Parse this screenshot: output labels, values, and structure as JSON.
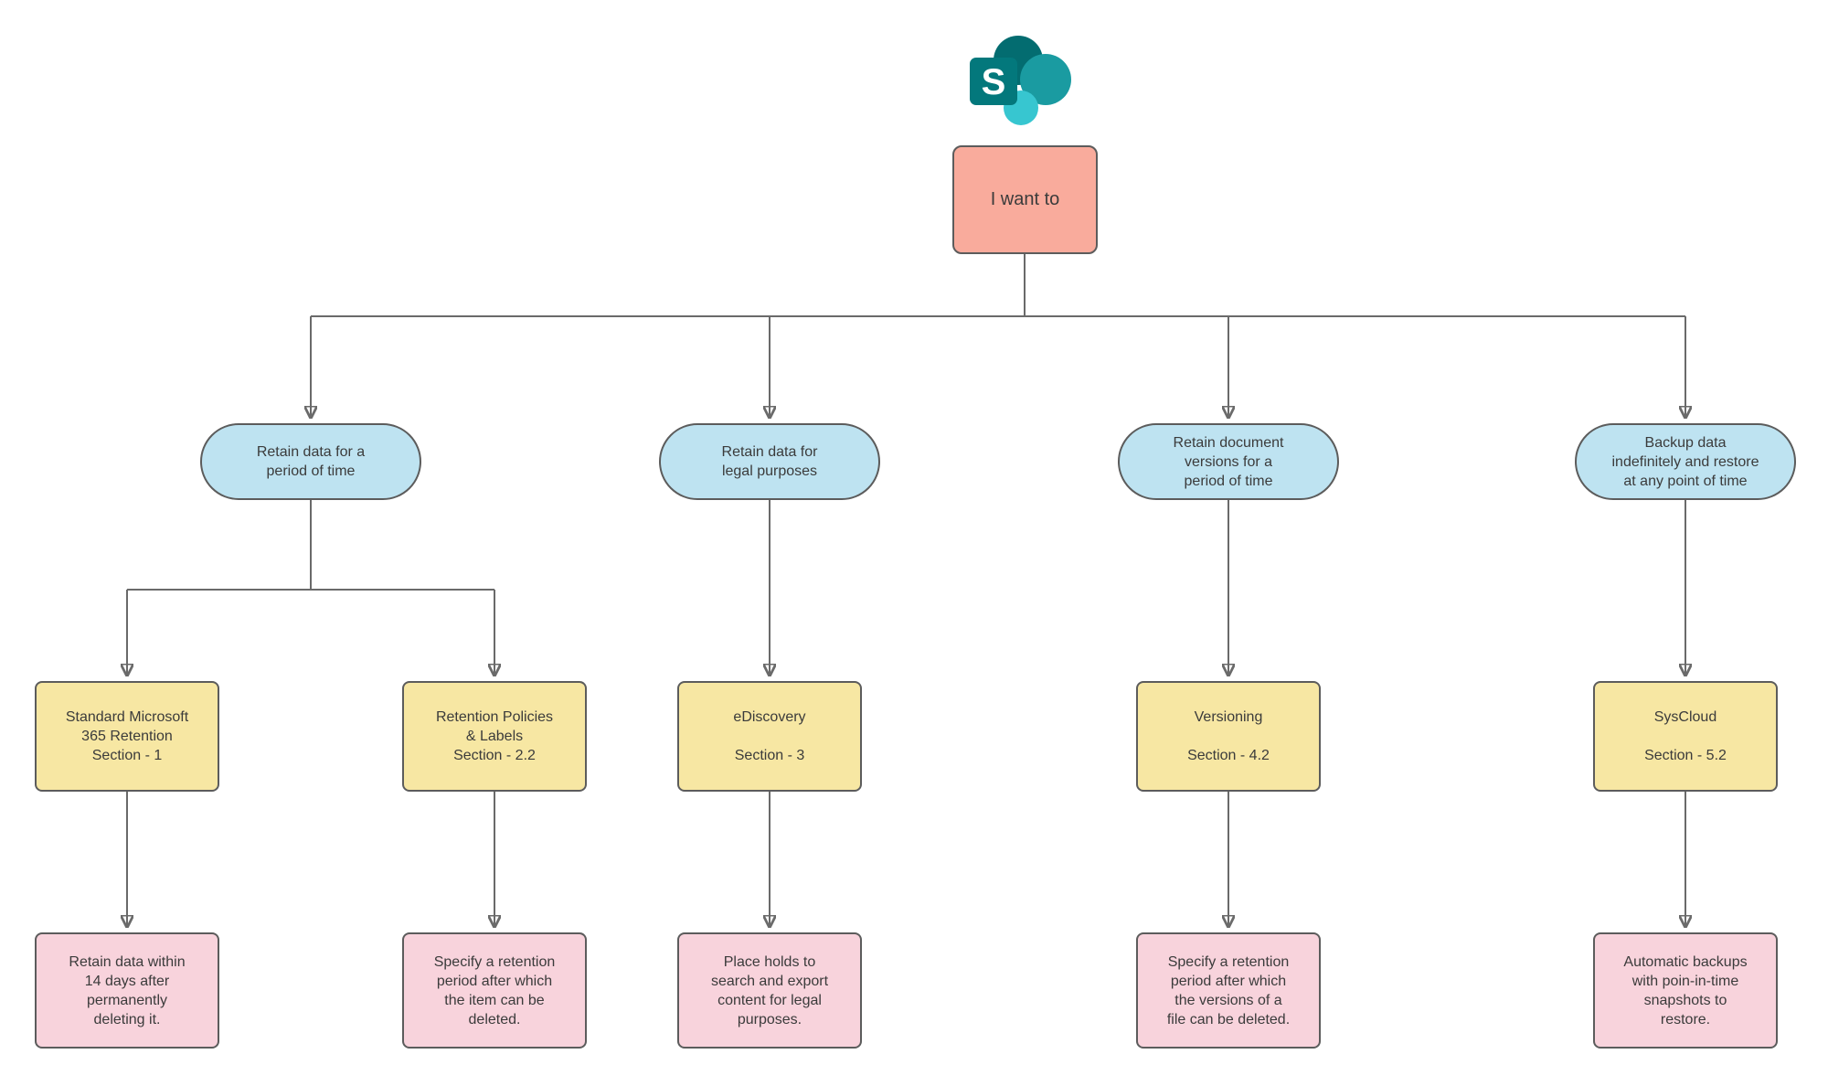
{
  "title": "SharePoint data retention decision flowchart",
  "colors": {
    "canvas-bg": "#ffffff",
    "root-fill": "#F9AB9C",
    "decision-fill": "#BEE3F1",
    "solution-fill": "#F7E7A3",
    "detail-fill": "#F8D3DC",
    "node-border": "#5C5C5C",
    "connector": "#6A6A6A",
    "node-text": "#3B3B3B"
  },
  "logo": {
    "product": "SharePoint",
    "letter": "S",
    "colors": {
      "circle-dark": "#036C70",
      "circle-mid": "#1A9BA1",
      "circle-light": "#37C6D0",
      "square": "#03787C",
      "letter": "#FFFFFF"
    }
  },
  "root": {
    "label": "I want to"
  },
  "decisions": [
    {
      "label": "Retain data for a\nperiod of time"
    },
    {
      "label": "Retain data for\nlegal purposes"
    },
    {
      "label": "Retain document\nversions for a\nperiod of time"
    },
    {
      "label": "Backup data\nindefinitely and restore\nat any point of time"
    }
  ],
  "solutions": [
    {
      "label": "Standard Microsoft\n365 Retention\nSection - 1"
    },
    {
      "label": "Retention Policies\n& Labels\nSection - 2.2"
    },
    {
      "label": "eDiscovery\n\nSection - 3"
    },
    {
      "label": "Versioning\n\nSection - 4.2"
    },
    {
      "label": "SysCloud\n\nSection - 5.2"
    }
  ],
  "details": [
    {
      "label": "Retain data within\n14 days after\npermanently\ndeleting it."
    },
    {
      "label": "Specify a retention\nperiod after which\nthe item can be\ndeleted."
    },
    {
      "label": "Place holds to\nsearch and export\ncontent for legal\npurposes."
    },
    {
      "label": "Specify a retention\nperiod after which\nthe versions of a\nfile can be deleted."
    },
    {
      "label": "Automatic backups\nwith poin-in-time\nsnapshots to\nrestore."
    }
  ]
}
